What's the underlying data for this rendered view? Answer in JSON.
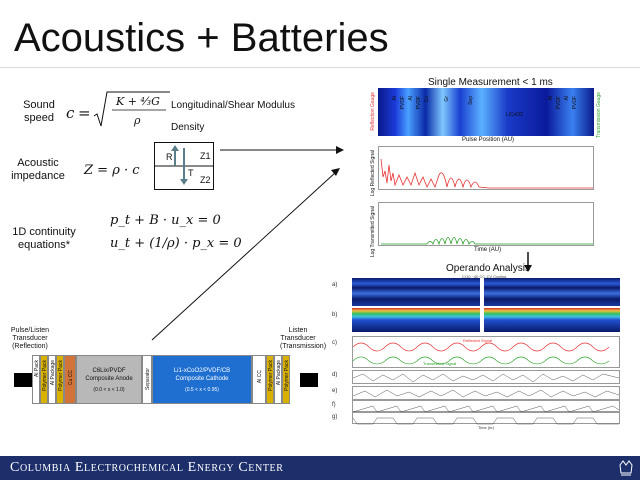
{
  "slide": {
    "title": "Acoustics + Batteries",
    "footer": "Columbia Electrochemical Energy Center"
  },
  "equations": {
    "sound_speed_label": "Sound speed",
    "sound_speed_eq": "c = √((K + 4/3 G) / ρ)",
    "modulus_label": "Longitudinal/Shear Modulus",
    "density_label": "Density",
    "impedance_label": "Acoustic impedance",
    "impedance_eq": "Z = ρ · c",
    "continuity_label": "1D continuity equations*",
    "continuity_eq1": "p_t + B · u_x = 0",
    "continuity_eq2": "u_t + (1/ρ) · p_x = 0",
    "interface": {
      "r": "R",
      "t": "T",
      "z1": "Z1",
      "z2": "Z2"
    }
  },
  "cell_stack": {
    "left_transducer": "Pulse/Listen Transducer (Reflection)",
    "right_transducer": "Listen Transducer (Transmission)",
    "anode_title": "C6Lix/PVDF",
    "anode_subtitle": "Composite Anode",
    "anode_range": "(0.0 < x < 1.0)",
    "separator": "Separator",
    "cathode_title": "Li1-xCoO2/PVDF/CB",
    "cathode_subtitle": "Composite Cathode",
    "cathode_range": "(0.5 < x < 0.95)",
    "left_layers": [
      "Al Pack",
      "Polymer Pack",
      "Al Package",
      "Polymer Pack",
      "Cu CC"
    ],
    "right_layers": [
      "Al CC",
      "Polymer Pack",
      "Al Package",
      "Polymer Pack"
    ]
  },
  "measurement": {
    "title": "Single Measurement < 1 ms",
    "xlabel_top": "Pulse Position (AU)",
    "reflection_gauge": "Reflection Gauge",
    "transmission_gauge": "Transmission Gauge",
    "column_labels": [
      "Al",
      "PVDF",
      "Al",
      "PVDF",
      "Cu",
      "Gr",
      "Sep",
      "LiCoO2",
      "Al",
      "PVDF",
      "Al",
      "PVDF"
    ],
    "reflected_ylabel": "Log Reflected Signal",
    "transmitted_ylabel": "Log Transmitted Signal",
    "xlabel_bottom": "Time (AU)"
  },
  "operando": {
    "title": "Operando Analysis",
    "subtitle": "C/10 ~40 CC-CV Cycling",
    "panel_labels": [
      "a)",
      "b)",
      "c)",
      "d)",
      "e)",
      "f)",
      "g)"
    ],
    "reflected_signal": "Reflected Signal",
    "transmitted_signal": "Transmitted Signal",
    "xlabel": "Time (hr)"
  },
  "colors": {
    "footer_bg": "#1c2f6b",
    "copper": "#d2733a",
    "gold": "#d9b100",
    "anode_gray": "#b8b8b8",
    "cathode_blue": "#1f6fd0",
    "reflection_red": "#e83030",
    "transmission_green": "#2aa02a"
  }
}
